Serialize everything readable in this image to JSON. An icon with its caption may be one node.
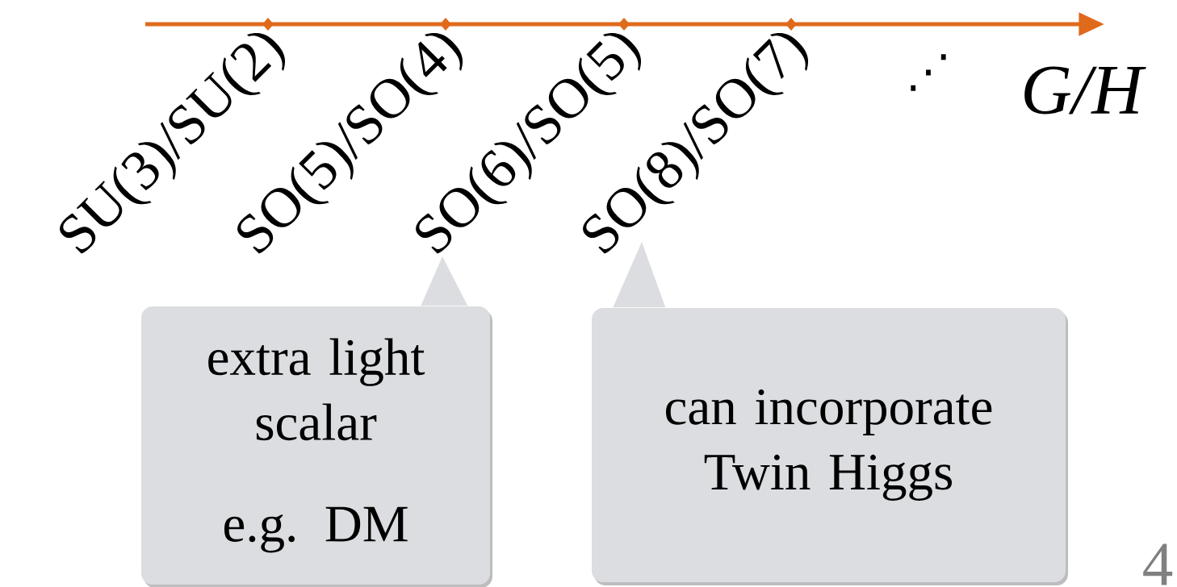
{
  "diagram": {
    "nodes": [
      {
        "text": [
          "SU(3)/SU(2)"
        ]
      },
      {
        "text": [
          "SO(5)/SO(4)"
        ]
      },
      {
        "text": [
          "SO(6)/SO(5)"
        ]
      },
      {
        "text": [
          "SO(8)/SO(7)"
        ]
      },
      {
        "text": [
          "extra light scalar",
          "e.g. DM"
        ]
      },
      {
        "text": [
          "can incorporate Twin Higgs"
        ]
      }
    ],
    "edges": [
      {
        "from": 4,
        "to": 2,
        "arrow": "to"
      },
      {
        "from": 5,
        "to": 3,
        "arrow": "to"
      }
    ],
    "labels": [
      "⋰",
      "G/H",
      "4"
    ]
  }
}
